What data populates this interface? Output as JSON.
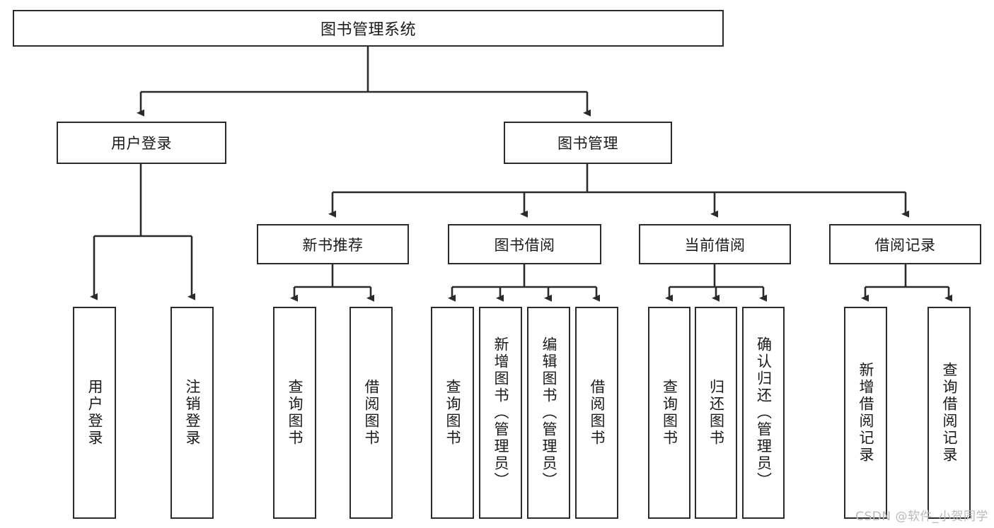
{
  "diagram": {
    "title": "图书管理系统",
    "type": "tree-hierarchy",
    "watermark": "CSDN @软件_小贺同学",
    "nodes": {
      "root": {
        "label": "图书管理系统"
      },
      "level2": [
        {
          "id": "user-login",
          "label": "用户登录"
        },
        {
          "id": "book-manage",
          "label": "图书管理"
        }
      ],
      "level3": [
        {
          "id": "new-book-recommend",
          "label": "新书推荐"
        },
        {
          "id": "book-borrow",
          "label": "图书借阅"
        },
        {
          "id": "current-borrow",
          "label": "当前借阅"
        },
        {
          "id": "borrow-record",
          "label": "借阅记录"
        }
      ],
      "leaves": {
        "user_login": [
          {
            "id": "leaf-user-login",
            "label": "用户登录"
          },
          {
            "id": "leaf-logout-login",
            "label": "注销登录"
          }
        ],
        "new_book_recommend": [
          {
            "id": "leaf-query-book-1",
            "label": "查询图书"
          },
          {
            "id": "leaf-borrow-book-1",
            "label": "借阅图书"
          }
        ],
        "book_borrow": [
          {
            "id": "leaf-query-book-2",
            "label": "查询图书"
          },
          {
            "id": "leaf-add-book",
            "label": "新增图书（管理员）"
          },
          {
            "id": "leaf-edit-book",
            "label": "编辑图书（管理员）"
          },
          {
            "id": "leaf-borrow-book-2",
            "label": "借阅图书"
          }
        ],
        "current_borrow": [
          {
            "id": "leaf-query-book-3",
            "label": "查询图书"
          },
          {
            "id": "leaf-return-book",
            "label": "归还图书"
          },
          {
            "id": "leaf-confirm-return",
            "label": "确认归还（管理员）"
          }
        ],
        "borrow_record": [
          {
            "id": "leaf-add-record",
            "label": "新增借阅记录"
          },
          {
            "id": "leaf-query-record",
            "label": "查询借阅记录"
          }
        ]
      }
    },
    "colors": {
      "stroke": "#2b2b2b",
      "fill": "#ffffff",
      "text": "#1a1a1a",
      "watermark": "#b9b9b9"
    }
  }
}
